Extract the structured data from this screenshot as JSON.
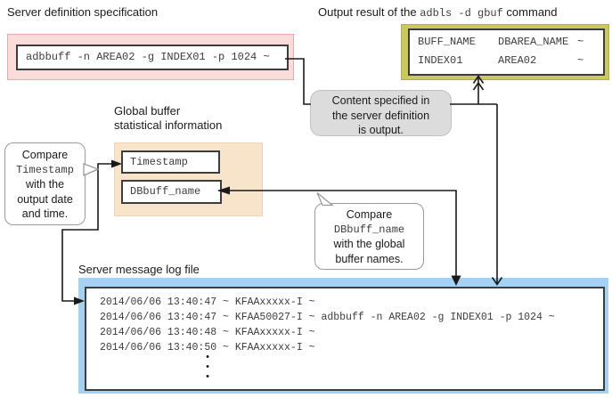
{
  "colors": {
    "server_definition_bg": "#fadcdb",
    "server_definition_border": "#f0a8a6",
    "output_result_bg": "#c9c95d",
    "global_buffer_bg": "#f8e3cb",
    "log_bg": "#a5d1f2",
    "callout_gray_bg": "#dcdcdc",
    "line": "#1a1a1a"
  },
  "server_definition": {
    "label": "Server definition specification",
    "code": "adbbuff -n AREA02 -g INDEX01 -p 1024 ~"
  },
  "output_result": {
    "label_prefix": "Output result of the ",
    "command": "adbls -d gbuf",
    "label_suffix": " command",
    "header": [
      "BUFF_NAME",
      "DBAREA_NAME",
      "~"
    ],
    "row": [
      "INDEX01",
      "AREA02",
      "~"
    ]
  },
  "global_buffer": {
    "label_lines": [
      "Global buffer",
      "statistical information"
    ],
    "fields": [
      "Timestamp",
      "DBbuff_name"
    ]
  },
  "callouts": {
    "timestamp": {
      "lines": [
        "Compare",
        "Timestamp",
        "with the",
        "output date",
        "and time."
      ]
    },
    "content": {
      "lines": [
        "Content specified in",
        "the server definition",
        "is output."
      ]
    },
    "dbbuff": {
      "lines": [
        "Compare",
        "DBbuff_name",
        "with the global",
        "buffer names."
      ]
    }
  },
  "log": {
    "label": "Server message log file",
    "lines": [
      "2014/06/06 13:40:47 ~ KFAAxxxxx-I ~",
      "2014/06/06 13:40:47 ~ KFAA50027-I ~ adbbuff -n AREA02 -g INDEX01 -p 1024 ~",
      "2014/06/06 13:40:48 ~ KFAAxxxxx-I ~",
      "2014/06/06 13:40:50 ~ KFAAxxxxx-I ~"
    ],
    "dots": [
      "•",
      "•",
      "•"
    ]
  }
}
